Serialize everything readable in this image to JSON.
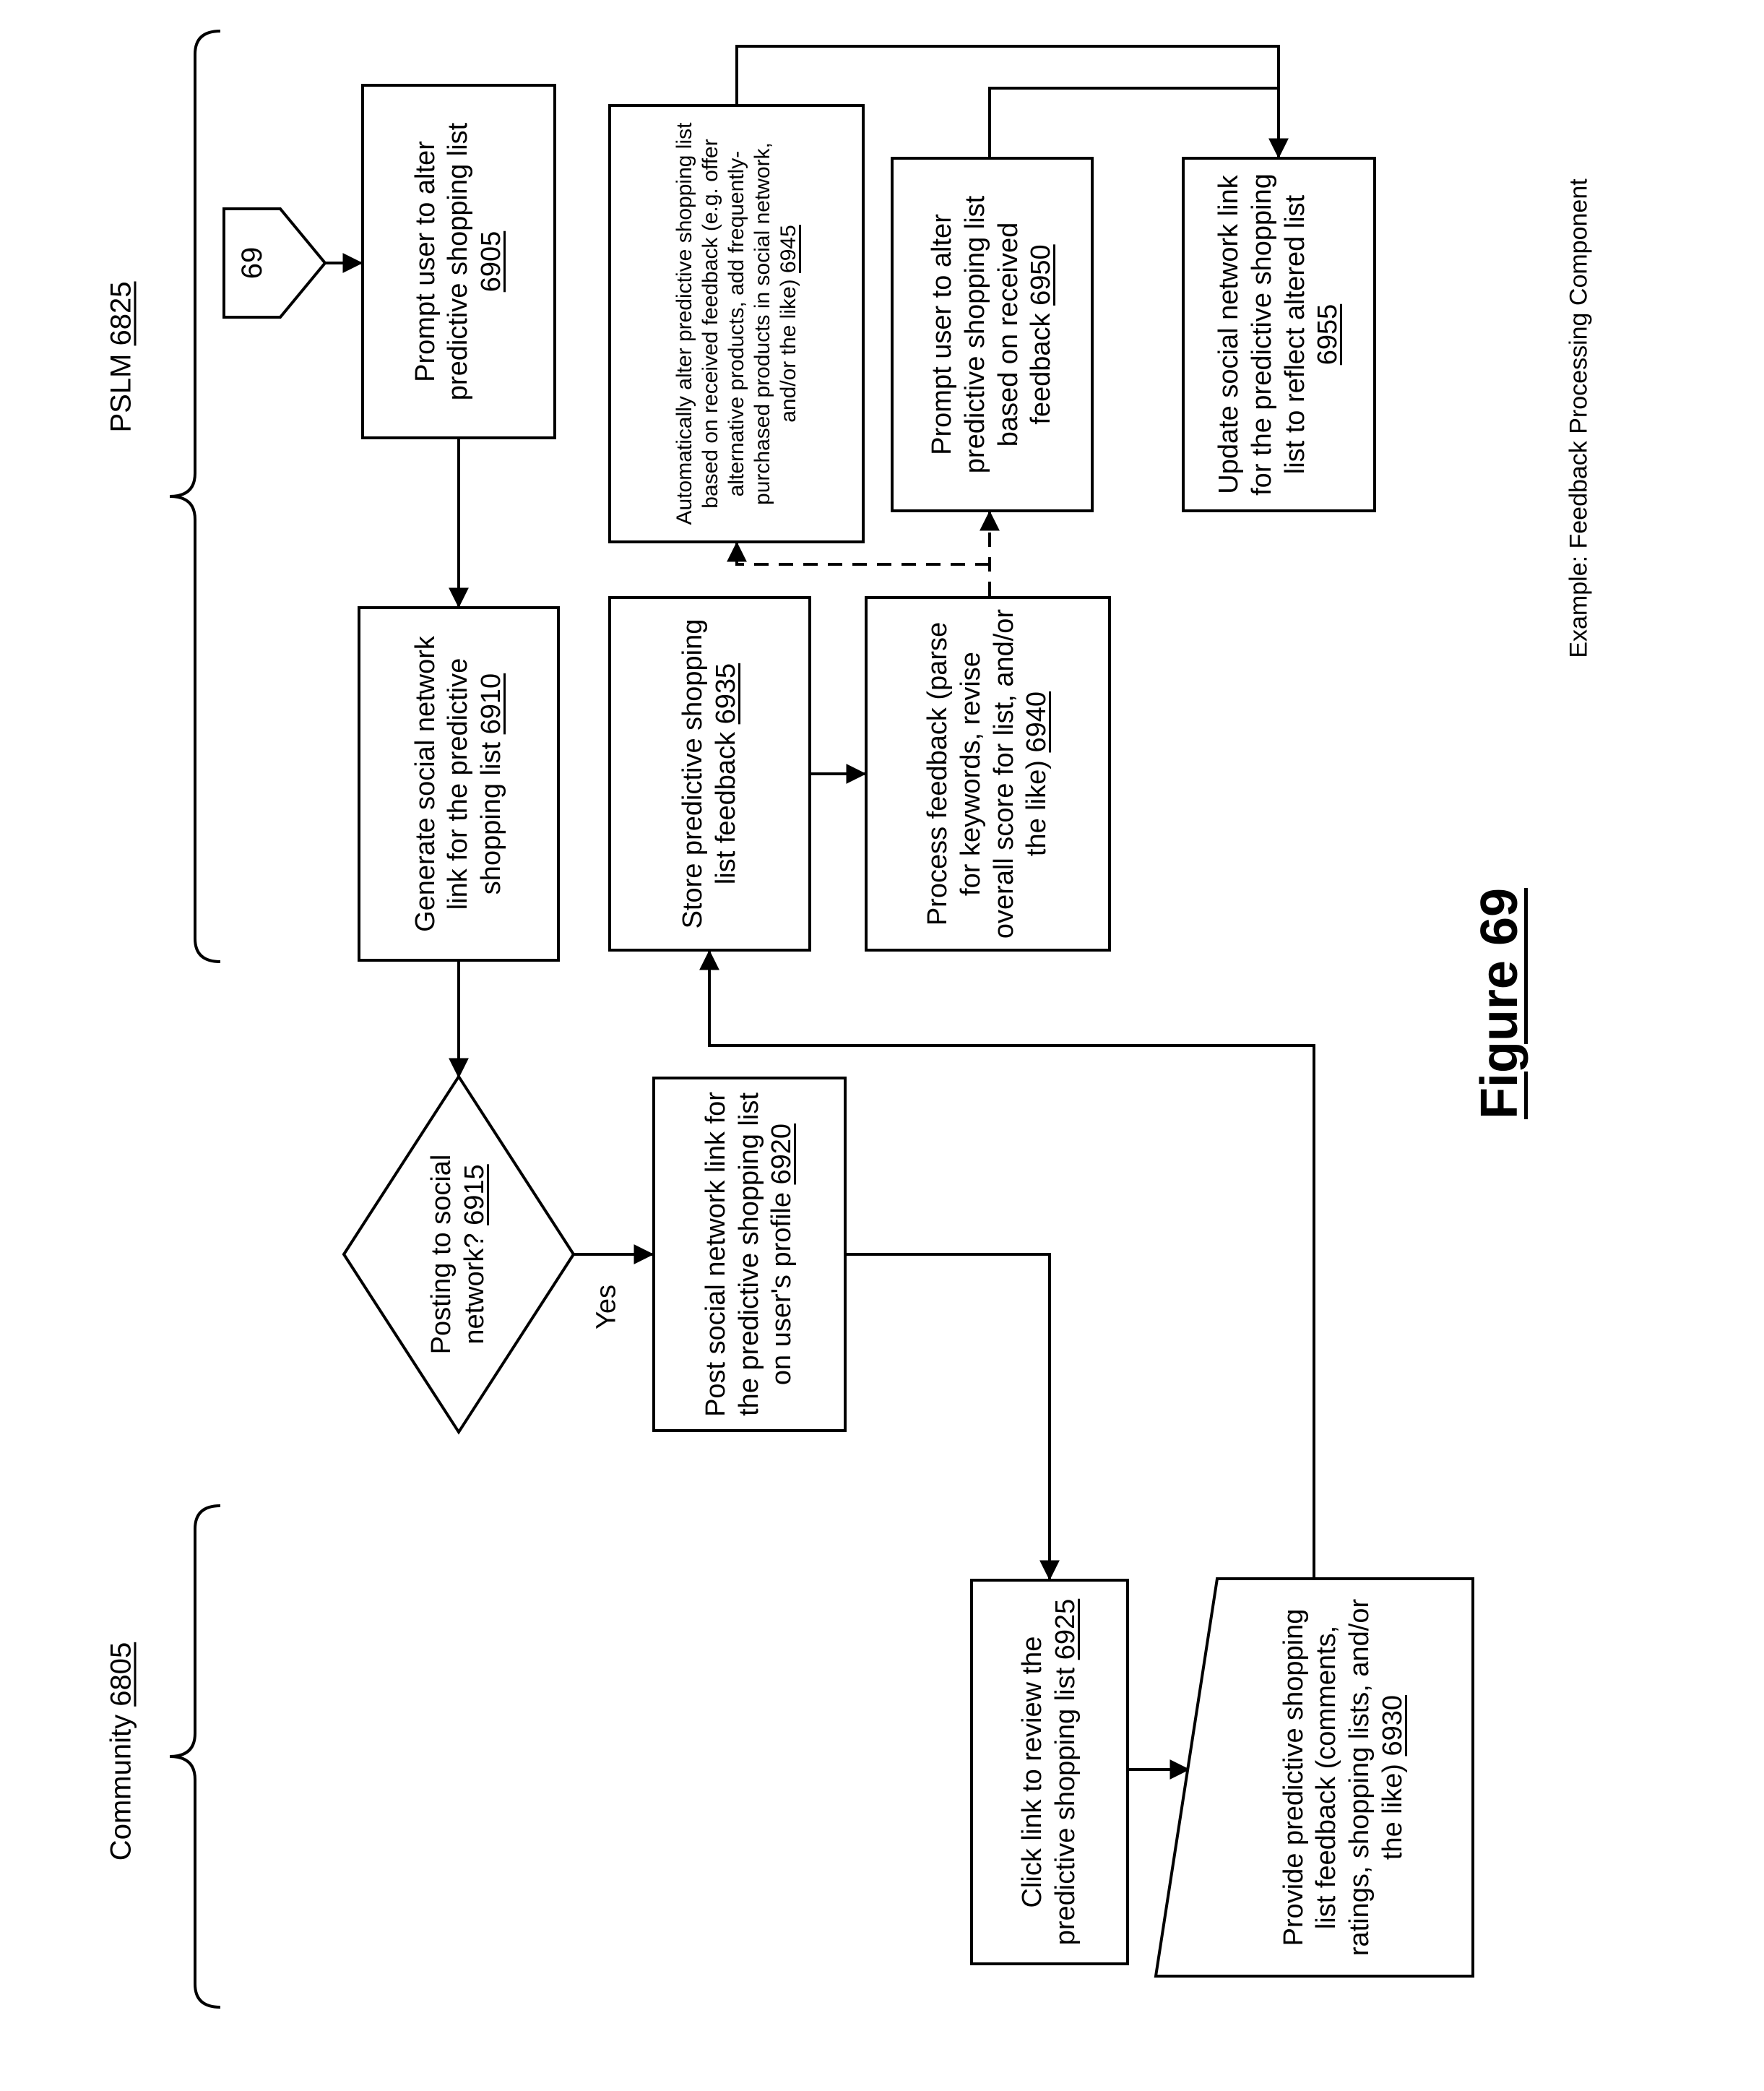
{
  "figure": {
    "page_tag": "69",
    "caption": "Figure 69",
    "example_note": "Example: Feedback Processing Component"
  },
  "sections": {
    "pslm": {
      "name": "PSLM",
      "ref": "6825"
    },
    "community": {
      "name": "Community",
      "ref": "6805"
    }
  },
  "labels": {
    "yes": "Yes"
  },
  "nodes": {
    "n6905": {
      "text": "Prompt user to alter predictive shopping list",
      "ref": "6905"
    },
    "n6910": {
      "text": "Generate social network link for the predictive shopping list",
      "ref": "6910"
    },
    "n6915": {
      "text": "Posting to social network?",
      "ref": "6915"
    },
    "n6920": {
      "text": "Post social network link for the predictive shopping list on user's profile",
      "ref": "6920"
    },
    "n6925": {
      "text": "Click link to review the predictive shopping list",
      "ref": "6925"
    },
    "n6930": {
      "text": "Provide predictive shopping list feedback (comments, ratings, shopping lists, and/or the like)",
      "ref": "6930"
    },
    "n6935": {
      "text": "Store predictive shopping list feedback",
      "ref": "6935"
    },
    "n6940": {
      "text": "Process feedback (parse for keywords, revise overall score for list, and/or the like)",
      "ref": "6940"
    },
    "n6945": {
      "text": "Automatically alter predictive shopping list based on received feedback (e.g. offer alternative products, add frequently-purchased products in social network, and/or the like)",
      "ref": "6945"
    },
    "n6950": {
      "text": "Prompt user to alter predictive shopping list based on received feedback",
      "ref": "6950"
    },
    "n6955": {
      "text": "Update social network link for the predictive shopping list to reflect altered list",
      "ref": "6955"
    }
  }
}
